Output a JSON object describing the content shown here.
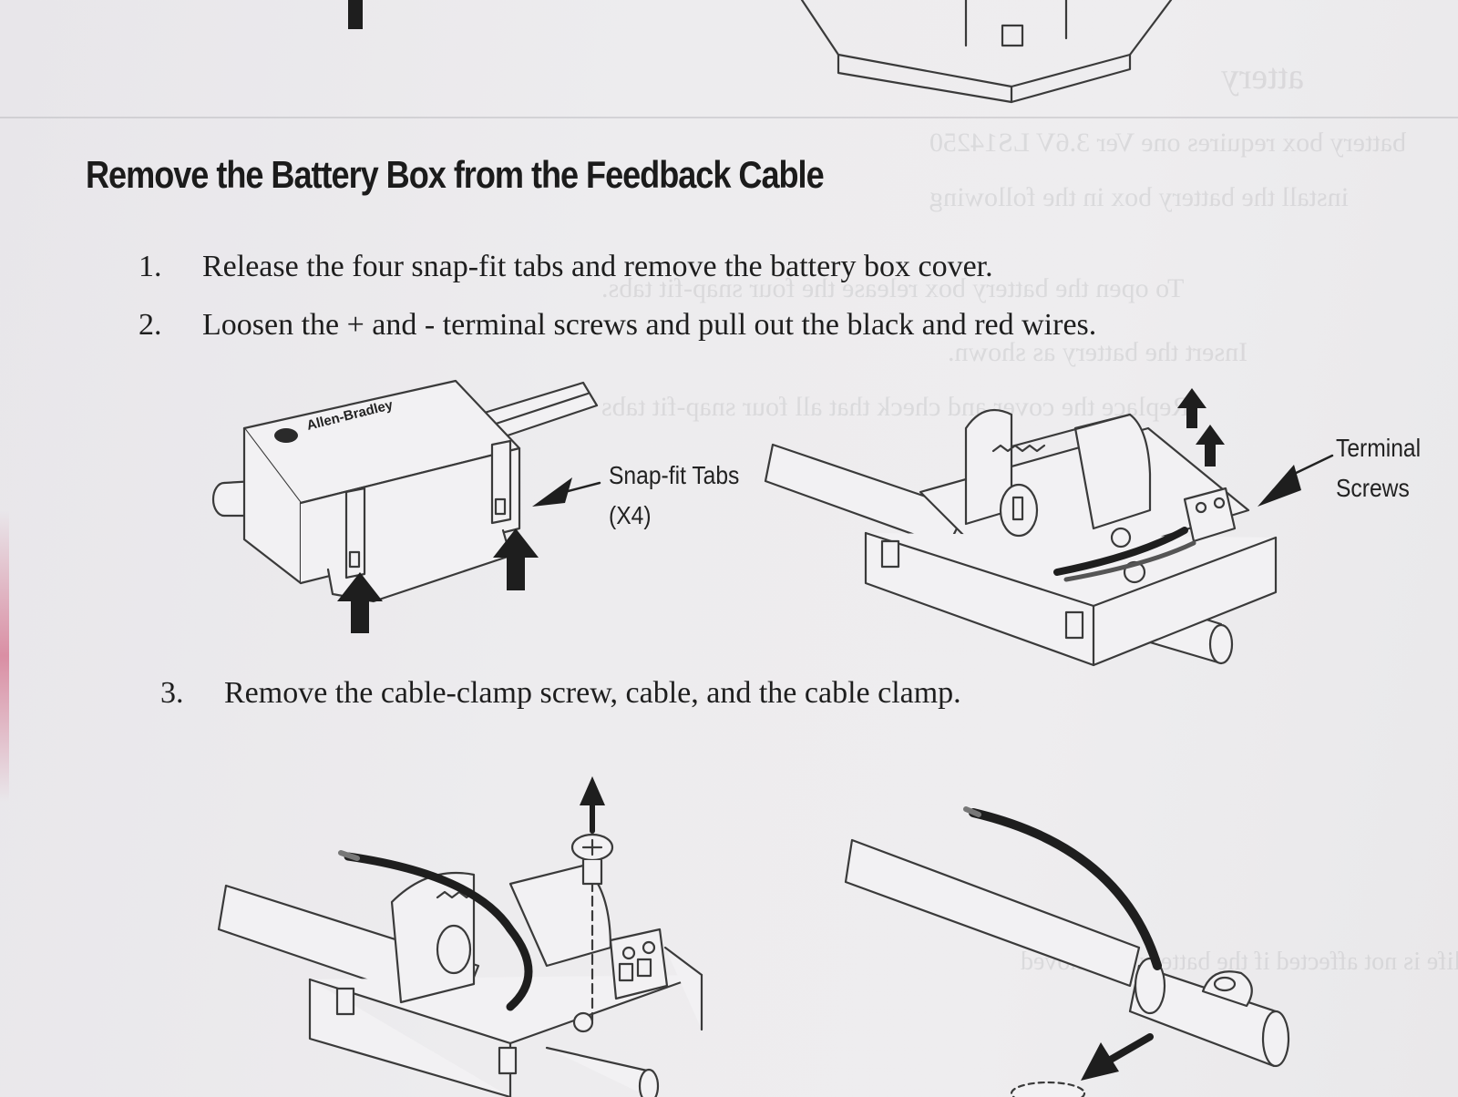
{
  "heading": "Remove the Battery Box from the Feedback Cable",
  "steps": [
    {
      "number": "1.",
      "text": "Release the four snap-fit tabs and remove the battery box cover."
    },
    {
      "number": "2.",
      "text": "Loosen the + and - terminal screws and pull out the black and red wires."
    },
    {
      "number": "3.",
      "text": "Remove the cable-clamp screw, cable, and the cable clamp."
    }
  ],
  "figure_labels": {
    "brand": "Allen-Bradley",
    "snap_fit_line1": "Snap-fit Tabs",
    "snap_fit_line2": "(X4)",
    "terminal_line1": "Terminal",
    "terminal_line2": "Screws"
  },
  "colors": {
    "paper": "#edecee",
    "ink": "#1f1f1f",
    "outline": "#3a3a3a"
  }
}
